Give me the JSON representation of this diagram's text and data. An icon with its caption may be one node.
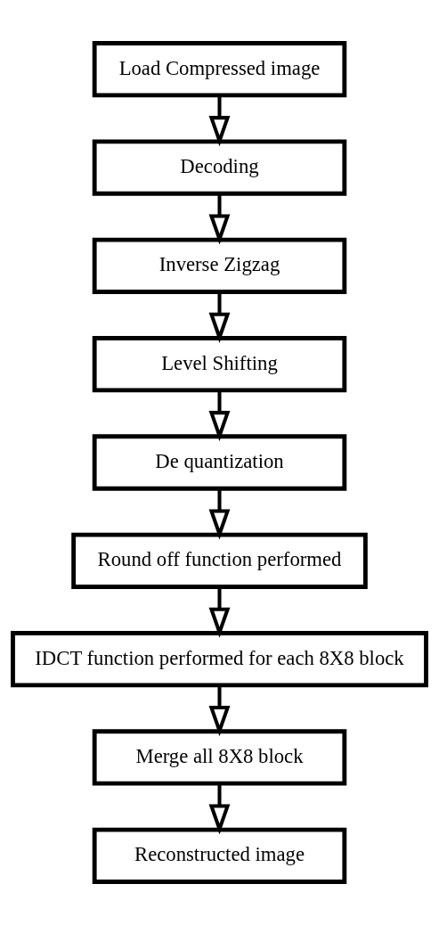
{
  "diagram": {
    "nodes": [
      {
        "text": [
          "Load Compressed image"
        ]
      },
      {
        "text": [
          "Decoding"
        ]
      },
      {
        "text": [
          "Inverse Zigzag"
        ]
      },
      {
        "text": [
          "Level Shifting"
        ]
      },
      {
        "text": [
          "De quantization"
        ]
      },
      {
        "text": [
          "Round off function performed"
        ]
      },
      {
        "text": [
          "IDCT function performed for each 8X8 block"
        ]
      },
      {
        "text": [
          "Merge all 8X8 block"
        ]
      },
      {
        "text": [
          "Reconstructed image"
        ]
      }
    ],
    "edges": [
      {
        "from": 0,
        "to": 1,
        "arrow": "to"
      },
      {
        "from": 1,
        "to": 2,
        "arrow": "to"
      },
      {
        "from": 2,
        "to": 3,
        "arrow": "to"
      },
      {
        "from": 3,
        "to": 4,
        "arrow": "to"
      },
      {
        "from": 4,
        "to": 5,
        "arrow": "to"
      },
      {
        "from": 5,
        "to": 6,
        "arrow": "to"
      },
      {
        "from": 6,
        "to": 7,
        "arrow": "to"
      },
      {
        "from": 7,
        "to": 8,
        "arrow": "to"
      }
    ]
  }
}
